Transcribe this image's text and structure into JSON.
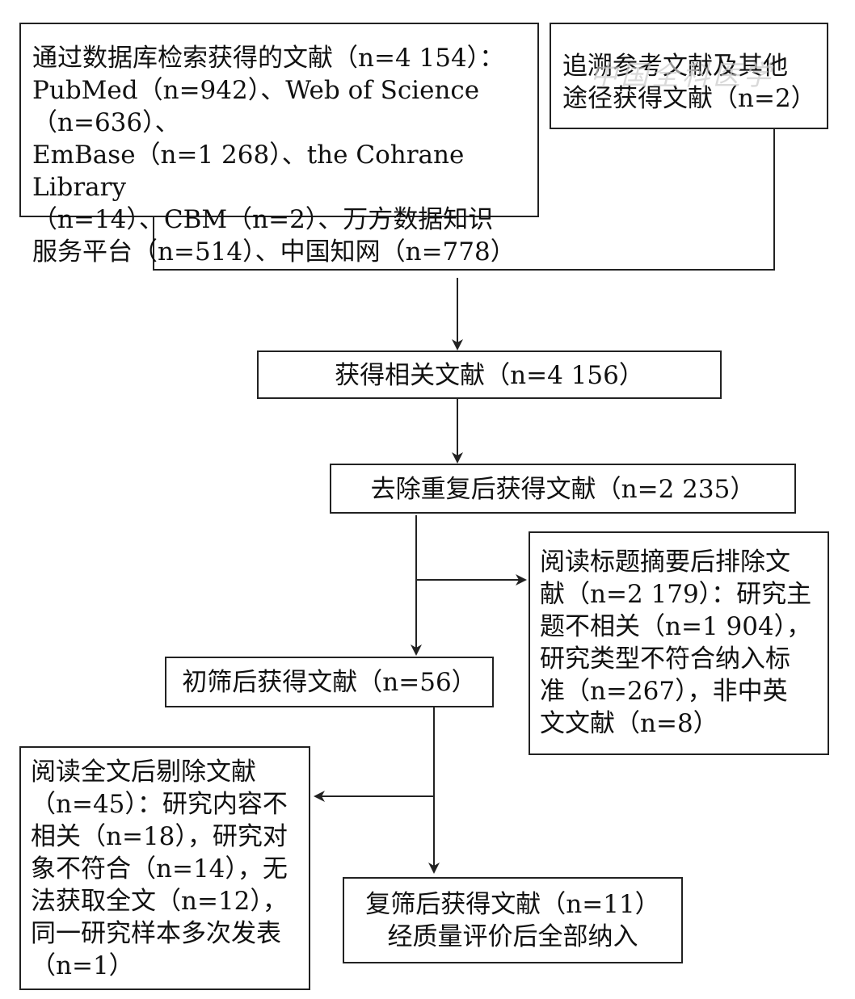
{
  "nodes": {
    "db_search": "通过数据库检索获得的文献（n=4 154）：\nPubMed（n=942）、Web of Science（n=636）、\nEmBase（n=1 268）、the Cohrane Library\n（n=14）、CBM（n=2）、万方数据知识\n服务平台（n=514）、中国知网（n=778）",
    "other_sources": "追溯参考文献及其他\n途径获得文献（n=2）",
    "relevant": "获得相关文献（n=4 156）",
    "dedup": "去除重复后获得文献（n=2 235）",
    "excluded_title": "阅读标题摘要后排除文\n献（n=2 179）：研究主\n题不相关（n=1 904），\n研究类型不符合纳入标\n准（n=267），非中英\n文文献（n=8）",
    "initial_screen": "初筛后获得文献（n=56）",
    "excluded_fulltext": "阅读全文后剔除文献\n（n=45）：研究内容不\n相关（n=18），研究对\n象不符合（n=14），无\n法获取全文（n=12），\n同一研究样本多次发表\n（n=1）",
    "final_screen": "复筛后获得文献（n=11）\n经质量评价后全部纳入"
  },
  "watermark": "中国全科医学"
}
